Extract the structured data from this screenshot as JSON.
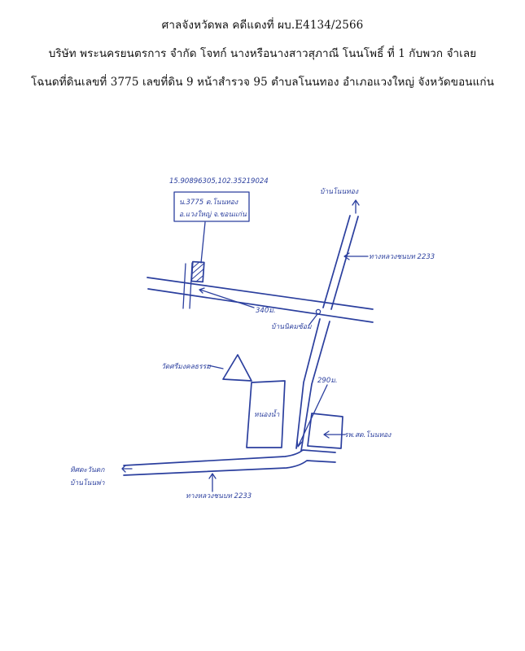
{
  "header": {
    "line1": "ศาลจังหวัดพล คดีแดงที่ ผบ.E4134/2566",
    "line2": "บริษัท พระนครยนตรการ จำกัด โจทก์ นางหรือนางสาวสุภาณี โนนโพธิ์ ที่ 1 กับพวก จำเลย",
    "line3": "โฉนดที่ดินเลขที่ 3775 เลขที่ดิน 9 หน้าสำรวจ 95 ตำบลโนนทอง อำเภอแวงใหญ่ จังหวัดขอนแก่น"
  },
  "map": {
    "coordinates": "15.90896305,102.35219024",
    "parcel_line1": "น.3775 ต.โนนทอง",
    "parcel_line2": "อ.แวงใหญ่ จ.ขอนแก่น",
    "to_north": "บ้านโนนทอง",
    "road_right": "ทางหลวงชนบท 2233",
    "distance_upper": "340ม.",
    "village_label": "บ้านนิคมซ้อม",
    "temple": "วัดศรีมงคลธรรม",
    "distance_lower": "290ม.",
    "pond": "หนองน้ำ",
    "school": "รพ.สต.โนนทอง",
    "to_west_line1": "ทิศตะวันตก",
    "to_west_line2": "บ้านโนนพ่า",
    "road_bottom": "ทางหลวงชนบท 2233"
  }
}
